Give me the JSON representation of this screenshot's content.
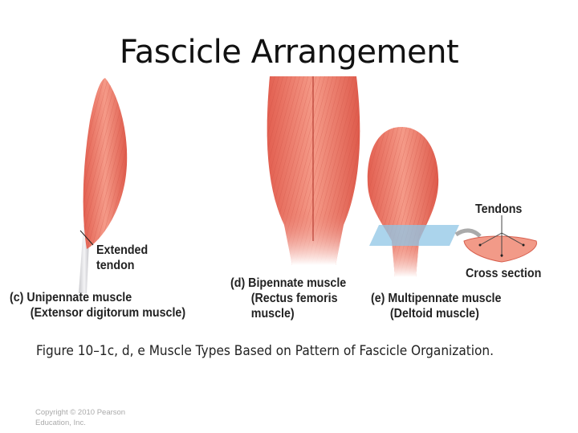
{
  "title": "Fascicle Arrangement",
  "labels": {
    "extended_tendon": [
      "Extended",
      "tendon"
    ],
    "unipennate": [
      "(c) Unipennate muscle",
      "(Extensor digitorum muscle)"
    ],
    "bipennate": [
      "(d) Bipennate muscle",
      "(Rectus femoris",
      "muscle)"
    ],
    "multipennate": [
      "(e) Multipennate muscle",
      "(Deltoid muscle)"
    ],
    "tendons": "Tendons",
    "cross_section": "Cross section"
  },
  "caption": "Figure 10–1c, d, e Muscle Types Based on Pattern of Fascicle Organization.",
  "copyright": "Copyright © 2010 Pearson Education, Inc.",
  "colors": {
    "muscle": "#e8705f",
    "muscle_light": "#f6b0a2",
    "plane": "#8fc6e6"
  }
}
